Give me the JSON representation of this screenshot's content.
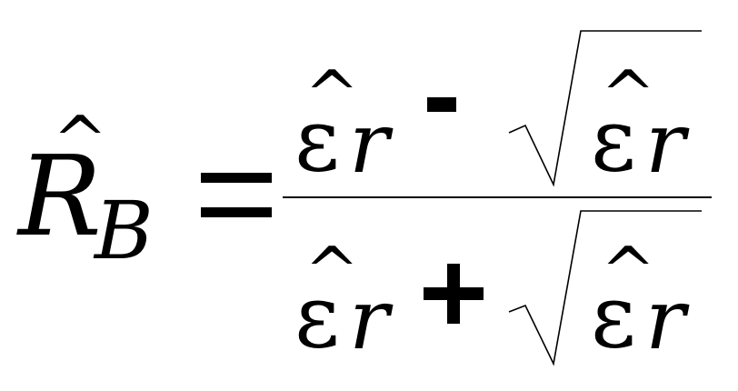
{
  "equation": {
    "lhs": {
      "letter": "R",
      "accent": "^",
      "subscript": "B"
    },
    "relation": "=",
    "numerator": {
      "term1_symbol": "ε",
      "term1_accent": "^",
      "term1_subscript": "r",
      "operator": "-",
      "radicand_symbol": "ε",
      "radicand_accent": "^",
      "radicand_subscript": "r"
    },
    "denominator": {
      "term1_symbol": "ε",
      "term1_accent": "^",
      "term1_subscript": "r",
      "operator": "+",
      "radicand_symbol": "ε",
      "radicand_accent": "^",
      "radicand_subscript": "r"
    }
  }
}
